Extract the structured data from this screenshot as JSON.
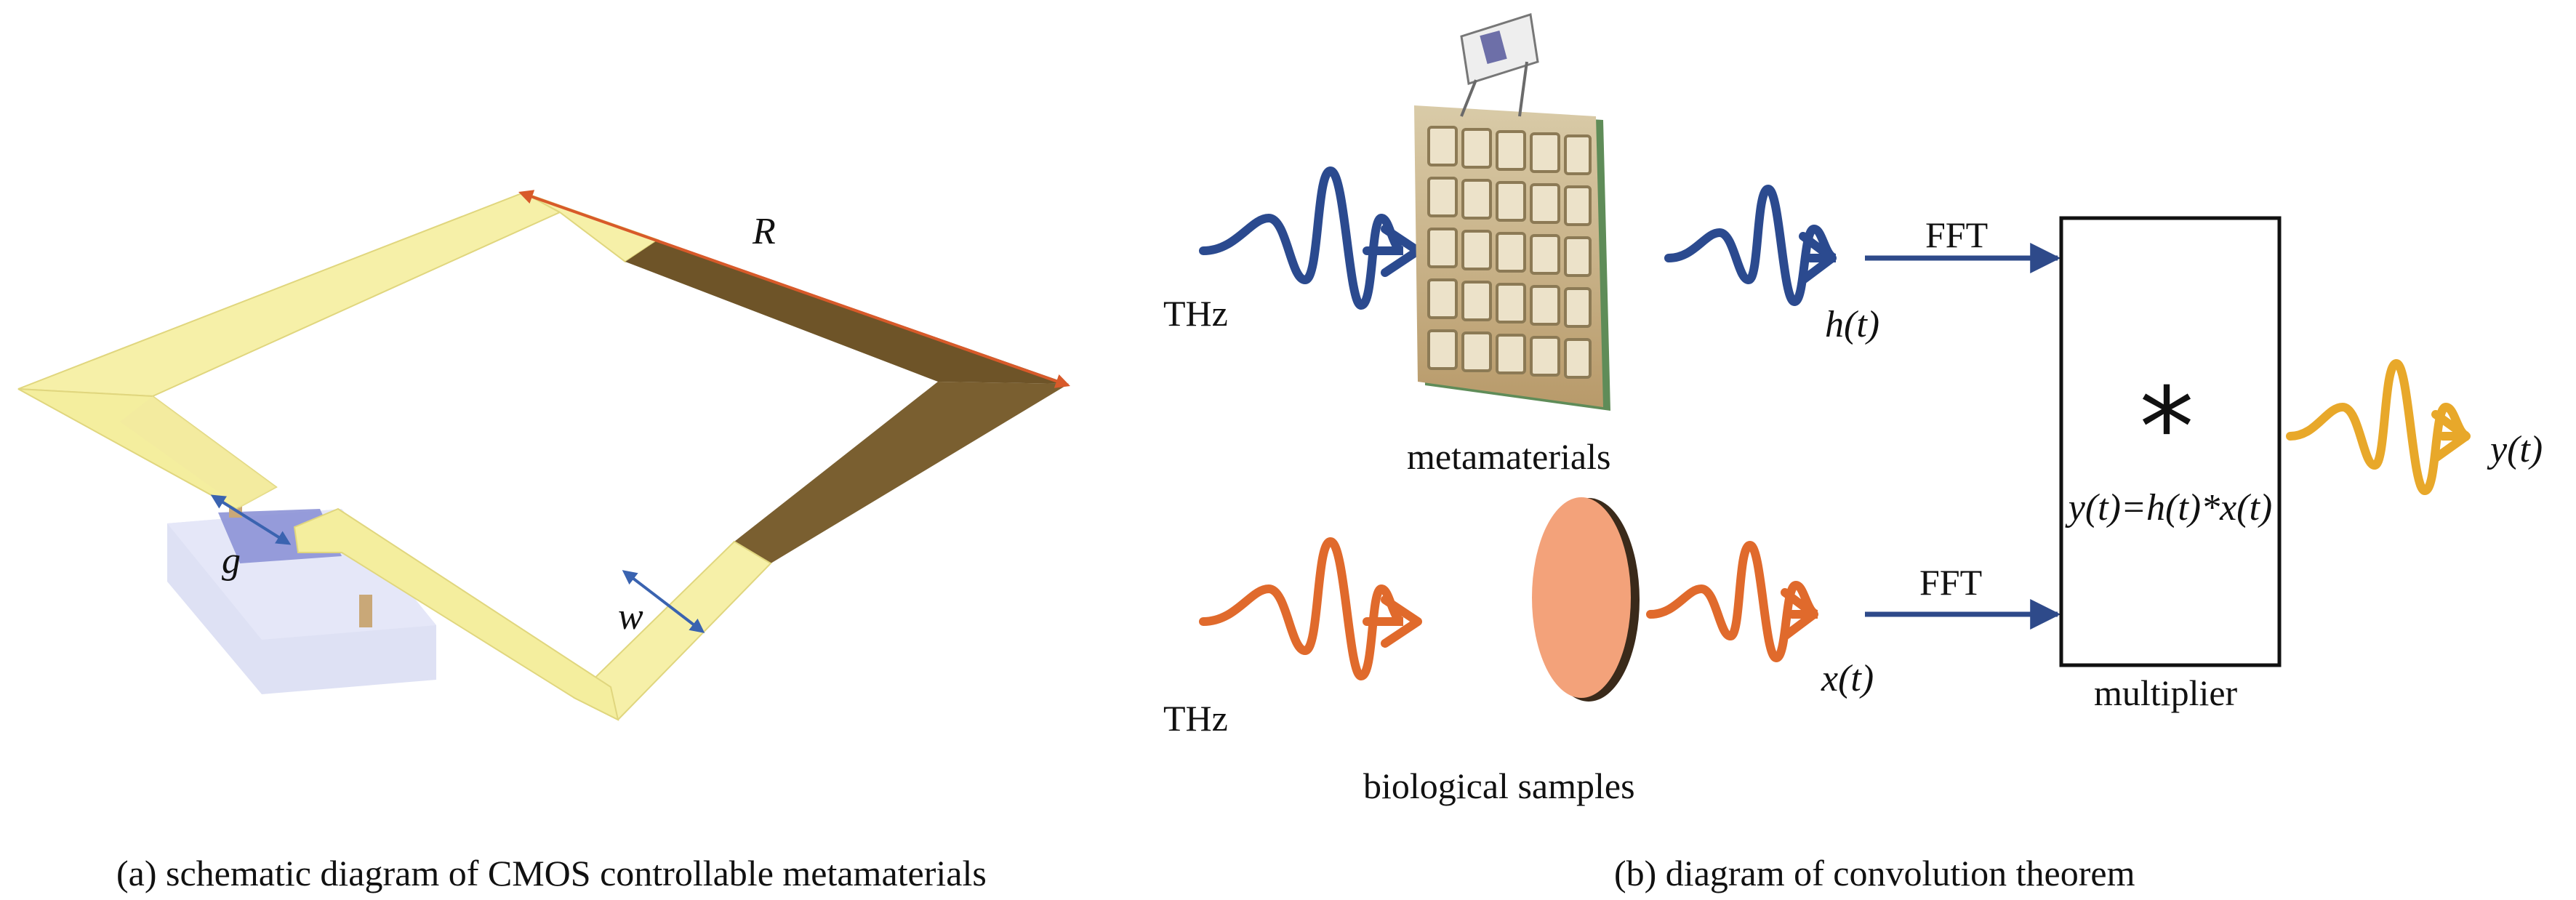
{
  "panel_a": {
    "caption": "(a) schematic diagram of CMOS controllable metamaterials",
    "labels": {
      "R": "R",
      "g": "g",
      "w": "w"
    }
  },
  "panel_b": {
    "caption": "(b) diagram of convolution theorem",
    "labels": {
      "thz_top": "THz",
      "thz_bottom": "THz",
      "metamaterials": "metamaterials",
      "biological_samples": "biological samples",
      "h_t": "h(t)",
      "x_t": "x(t)",
      "y_t": "y(t)",
      "fft_top": "FFT",
      "fft_bottom": "FFT",
      "multiplier": "multiplier",
      "convolution_symbol": "*",
      "equation": "y(t)=h(t)*x(t)"
    },
    "colors": {
      "blue_wave": "#2b4a8f",
      "orange_wave": "#e06a2c",
      "yellow_wave": "#e8a82a",
      "sample_disk": "#f3a27a",
      "arrow": "#2e4a8a"
    }
  }
}
